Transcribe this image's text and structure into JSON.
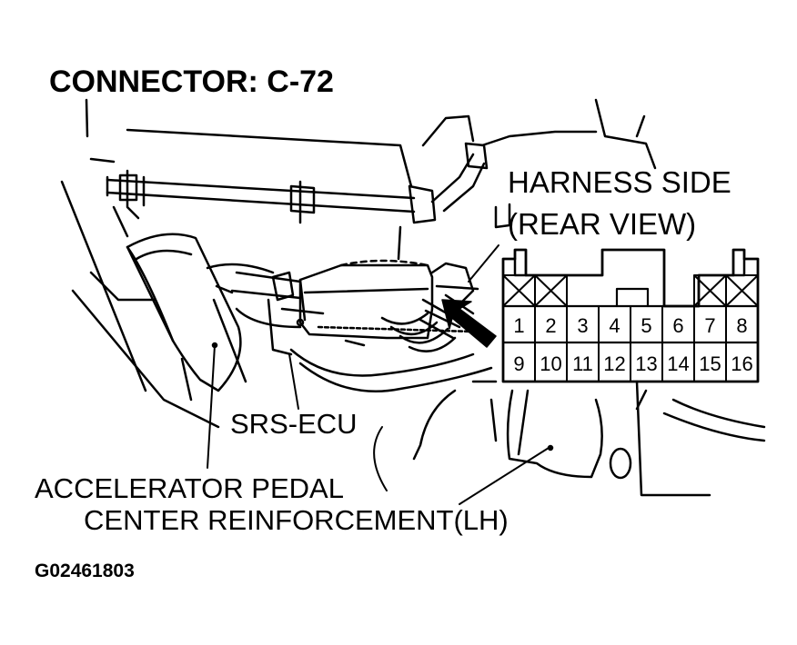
{
  "title": "CONNECTOR: C-72",
  "harness": {
    "line1": "HARNESS SIDE",
    "line2": "(REAR VIEW)",
    "top_row": [
      "1",
      "2",
      "3",
      "4",
      "5",
      "6",
      "7",
      "8"
    ],
    "bottom_row": [
      "9",
      "10",
      "11",
      "12",
      "13",
      "14",
      "15",
      "16"
    ],
    "crossed_top_cells": [
      "1",
      "2",
      "7",
      "8"
    ]
  },
  "labels": {
    "srs_ecu": "SRS-ECU",
    "accelerator_pedal": "ACCELERATOR PEDAL",
    "center_reinforcement": "CENTER REINFORCEMENT(LH)"
  },
  "figure_code": "G02461803"
}
